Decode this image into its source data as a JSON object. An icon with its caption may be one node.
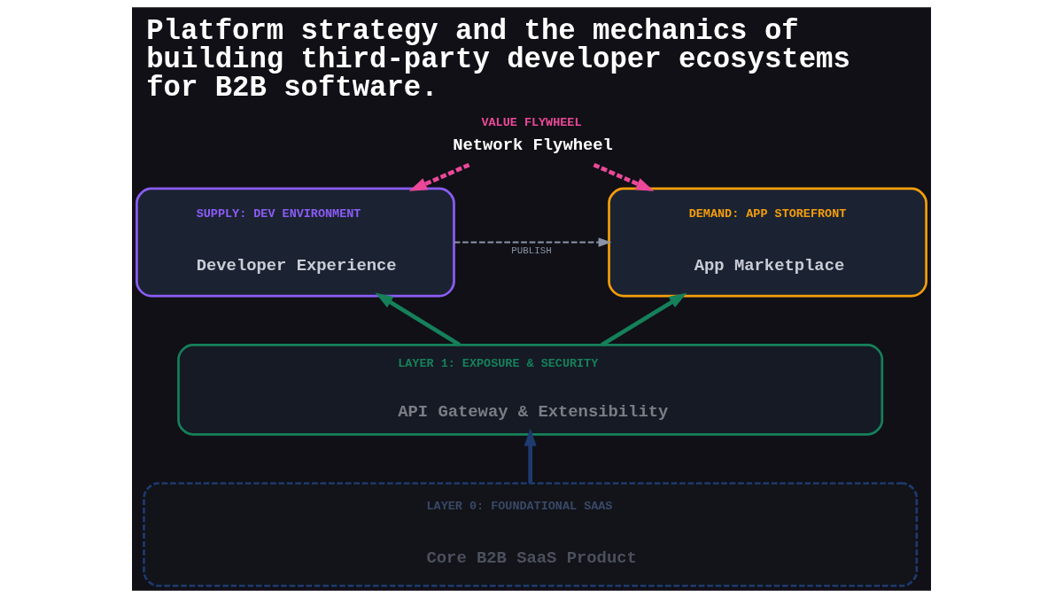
{
  "diagram": {
    "title": "Platform strategy and the mechanics of building third-party developer ecosystems for B2B software.",
    "nodes": [
      {
        "text": [
          "VALUE FLYWHEEL",
          "Network Flywheel"
        ]
      },
      {
        "text": [
          "SUPPLY: DEV ENVIRONMENT",
          "Developer Experience"
        ]
      },
      {
        "text": [
          "DEMAND: APP STOREFRONT",
          "App Marketplace"
        ]
      },
      {
        "text": [
          "LAYER 1: EXPOSURE & SECURITY",
          "API Gateway & Extensibility"
        ]
      },
      {
        "text": [
          "LAYER 0: FOUNDATIONAL SAAS",
          "Core B2B SaaS Product"
        ]
      }
    ],
    "edges": [
      {
        "from": 0,
        "to": 1,
        "arrow": "to",
        "style": "dashed",
        "color": "#ec4899"
      },
      {
        "from": 0,
        "to": 2,
        "arrow": "to",
        "style": "dashed",
        "color": "#ec4899"
      },
      {
        "from": 1,
        "to": 2,
        "arrow": "to",
        "label": "PUBLISH",
        "style": "dashed",
        "color": "#8a94a6"
      },
      {
        "from": 3,
        "to": 1,
        "arrow": "to",
        "color": "#15805a"
      },
      {
        "from": 3,
        "to": 2,
        "arrow": "to",
        "color": "#15805a"
      },
      {
        "from": 4,
        "to": 3,
        "arrow": "to",
        "color": "#1e3a6e"
      }
    ]
  }
}
